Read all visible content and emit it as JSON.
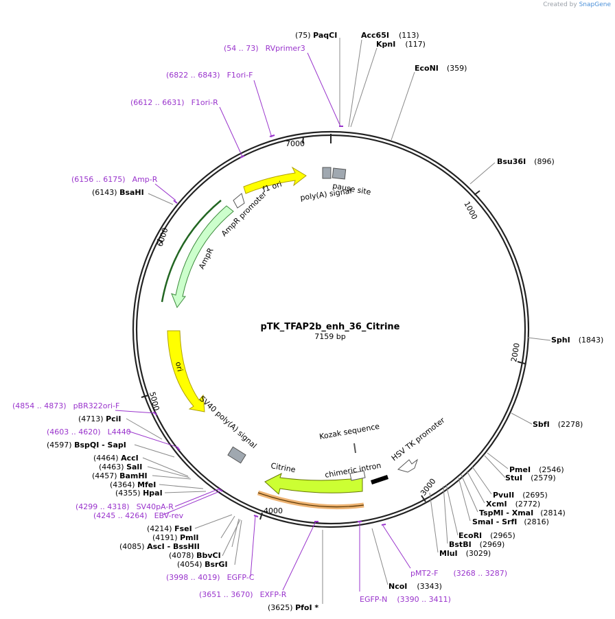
{
  "credit": {
    "prefix": "Created by",
    "brand": "SnapGene"
  },
  "plasmid": {
    "name": "pTK_TFAP2b_enh_36_Citrine",
    "size_label": "7159 bp",
    "length": 7159
  },
  "tick_labels": [
    "1000",
    "2000",
    "3000",
    "4000",
    "5000",
    "6000",
    "7000"
  ],
  "features": [
    {
      "name": "f1 ori",
      "color": "#ffff00",
      "stroke": "#b0a000"
    },
    {
      "name": "AmpR promoter",
      "color": "#ffffff",
      "stroke": "#555555"
    },
    {
      "name": "AmpR",
      "color": "#ccffcc",
      "stroke": "#3a8a3a"
    },
    {
      "name": "ori",
      "color": "#ffff00",
      "stroke": "#b0a000"
    },
    {
      "name": "SV40 poly(A) signal",
      "color": "#a0a8b0",
      "stroke": "#555555"
    },
    {
      "name": "Citrine",
      "color": "#ccff33",
      "stroke": "#667700"
    },
    {
      "name": "chimeric intron",
      "color": "#ffffff",
      "stroke": "#555555"
    },
    {
      "name": "HSV TK promoter",
      "color": "#ffffff",
      "stroke": "#555555"
    },
    {
      "name": "Kozak sequence",
      "color": "#ffffff",
      "stroke": "#555555"
    },
    {
      "name": "poly(A) signal",
      "color": "#a0a8b0",
      "stroke": "#555555"
    },
    {
      "name": "pause site",
      "color": "#a0a8b0",
      "stroke": "#555555"
    }
  ],
  "labels": [
    {
      "pos": "(75)",
      "name": "PaqCI",
      "type": "enzyme"
    },
    {
      "name": "Acc65I",
      "pos": "(113)",
      "type": "enzyme"
    },
    {
      "name": "KpnI",
      "pos": "(117)",
      "type": "enzyme"
    },
    {
      "name": "EcoNI",
      "pos": "(359)",
      "type": "enzyme"
    },
    {
      "name": "Bsu36I",
      "pos": "(896)",
      "type": "enzyme"
    },
    {
      "name": "SphI",
      "pos": "(1843)",
      "type": "enzyme"
    },
    {
      "name": "SbfI",
      "pos": "(2278)",
      "type": "enzyme"
    },
    {
      "name": "PmeI",
      "pos": "(2546)",
      "type": "enzyme"
    },
    {
      "name": "StuI",
      "pos": "(2579)",
      "type": "enzyme"
    },
    {
      "name": "PvuII",
      "pos": "(2695)",
      "type": "enzyme"
    },
    {
      "name": "XcmI",
      "pos": "(2772)",
      "type": "enzyme"
    },
    {
      "name": "TspMI - XmaI",
      "pos": "(2814)",
      "type": "enzyme"
    },
    {
      "name": "SmaI - SrfI",
      "pos": "(2816)",
      "type": "enzyme"
    },
    {
      "name": "EcoRI",
      "pos": "(2965)",
      "type": "enzyme"
    },
    {
      "name": "BstBI",
      "pos": "(2969)",
      "type": "enzyme"
    },
    {
      "name": "MluI",
      "pos": "(3029)",
      "type": "enzyme"
    },
    {
      "name": "pMT2-F",
      "pos": "(3268 .. 3287)",
      "type": "primer"
    },
    {
      "name": "NcoI",
      "pos": "(3343)",
      "type": "enzyme"
    },
    {
      "name": "EGFP-N",
      "pos": "(3390 .. 3411)",
      "type": "primer"
    },
    {
      "pos": "(3625)",
      "name": "PfoI *",
      "type": "enzyme"
    },
    {
      "pos": "(3651 .. 3670)",
      "name": "EXFP-R",
      "type": "primer"
    },
    {
      "pos": "(3998 .. 4019)",
      "name": "EGFP-C",
      "type": "primer"
    },
    {
      "pos": "(4054)",
      "name": "BsrGI",
      "type": "enzyme"
    },
    {
      "pos": "(4078)",
      "name": "BbvCI",
      "type": "enzyme"
    },
    {
      "pos": "(4085)",
      "name": "AscI - BssHII",
      "type": "enzyme"
    },
    {
      "pos": "(4191)",
      "name": "PmlI",
      "type": "enzyme"
    },
    {
      "pos": "(4214)",
      "name": "FseI",
      "type": "enzyme"
    },
    {
      "pos": "(4245 .. 4264)",
      "name": "EBV-rev",
      "type": "primer"
    },
    {
      "pos": "(4299 .. 4318)",
      "name": "SV40pA-R",
      "type": "primer"
    },
    {
      "pos": "(4355)",
      "name": "HpaI",
      "type": "enzyme"
    },
    {
      "pos": "(4364)",
      "name": "MfeI",
      "type": "enzyme"
    },
    {
      "pos": "(4457)",
      "name": "BamHI",
      "type": "enzyme"
    },
    {
      "pos": "(4463)",
      "name": "SalI",
      "type": "enzyme"
    },
    {
      "pos": "(4464)",
      "name": "AccI",
      "type": "enzyme"
    },
    {
      "pos": "(4597)",
      "name": "BspQI - SapI",
      "type": "enzyme"
    },
    {
      "pos": "(4603 .. 4620)",
      "name": "L4440",
      "type": "primer"
    },
    {
      "pos": "(4713)",
      "name": "PciI",
      "type": "enzyme"
    },
    {
      "pos": "(4854 .. 4873)",
      "name": "pBR322ori-F",
      "type": "primer"
    },
    {
      "pos": "(6143)",
      "name": "BsaHI",
      "type": "enzyme"
    },
    {
      "pos": "(6156 .. 6175)",
      "name": "Amp-R",
      "type": "primer"
    },
    {
      "pos": "(6612 .. 6631)",
      "name": "F1ori-R",
      "type": "primer"
    },
    {
      "pos": "(6822 .. 6843)",
      "name": "F1ori-F",
      "type": "primer"
    },
    {
      "pos": "(54 .. 73)",
      "name": "RVprimer3",
      "type": "primer"
    }
  ],
  "colors": {
    "backbone": "#222222",
    "primer": "#9933cc",
    "enzyme": "#000000",
    "leader": "#888888"
  }
}
